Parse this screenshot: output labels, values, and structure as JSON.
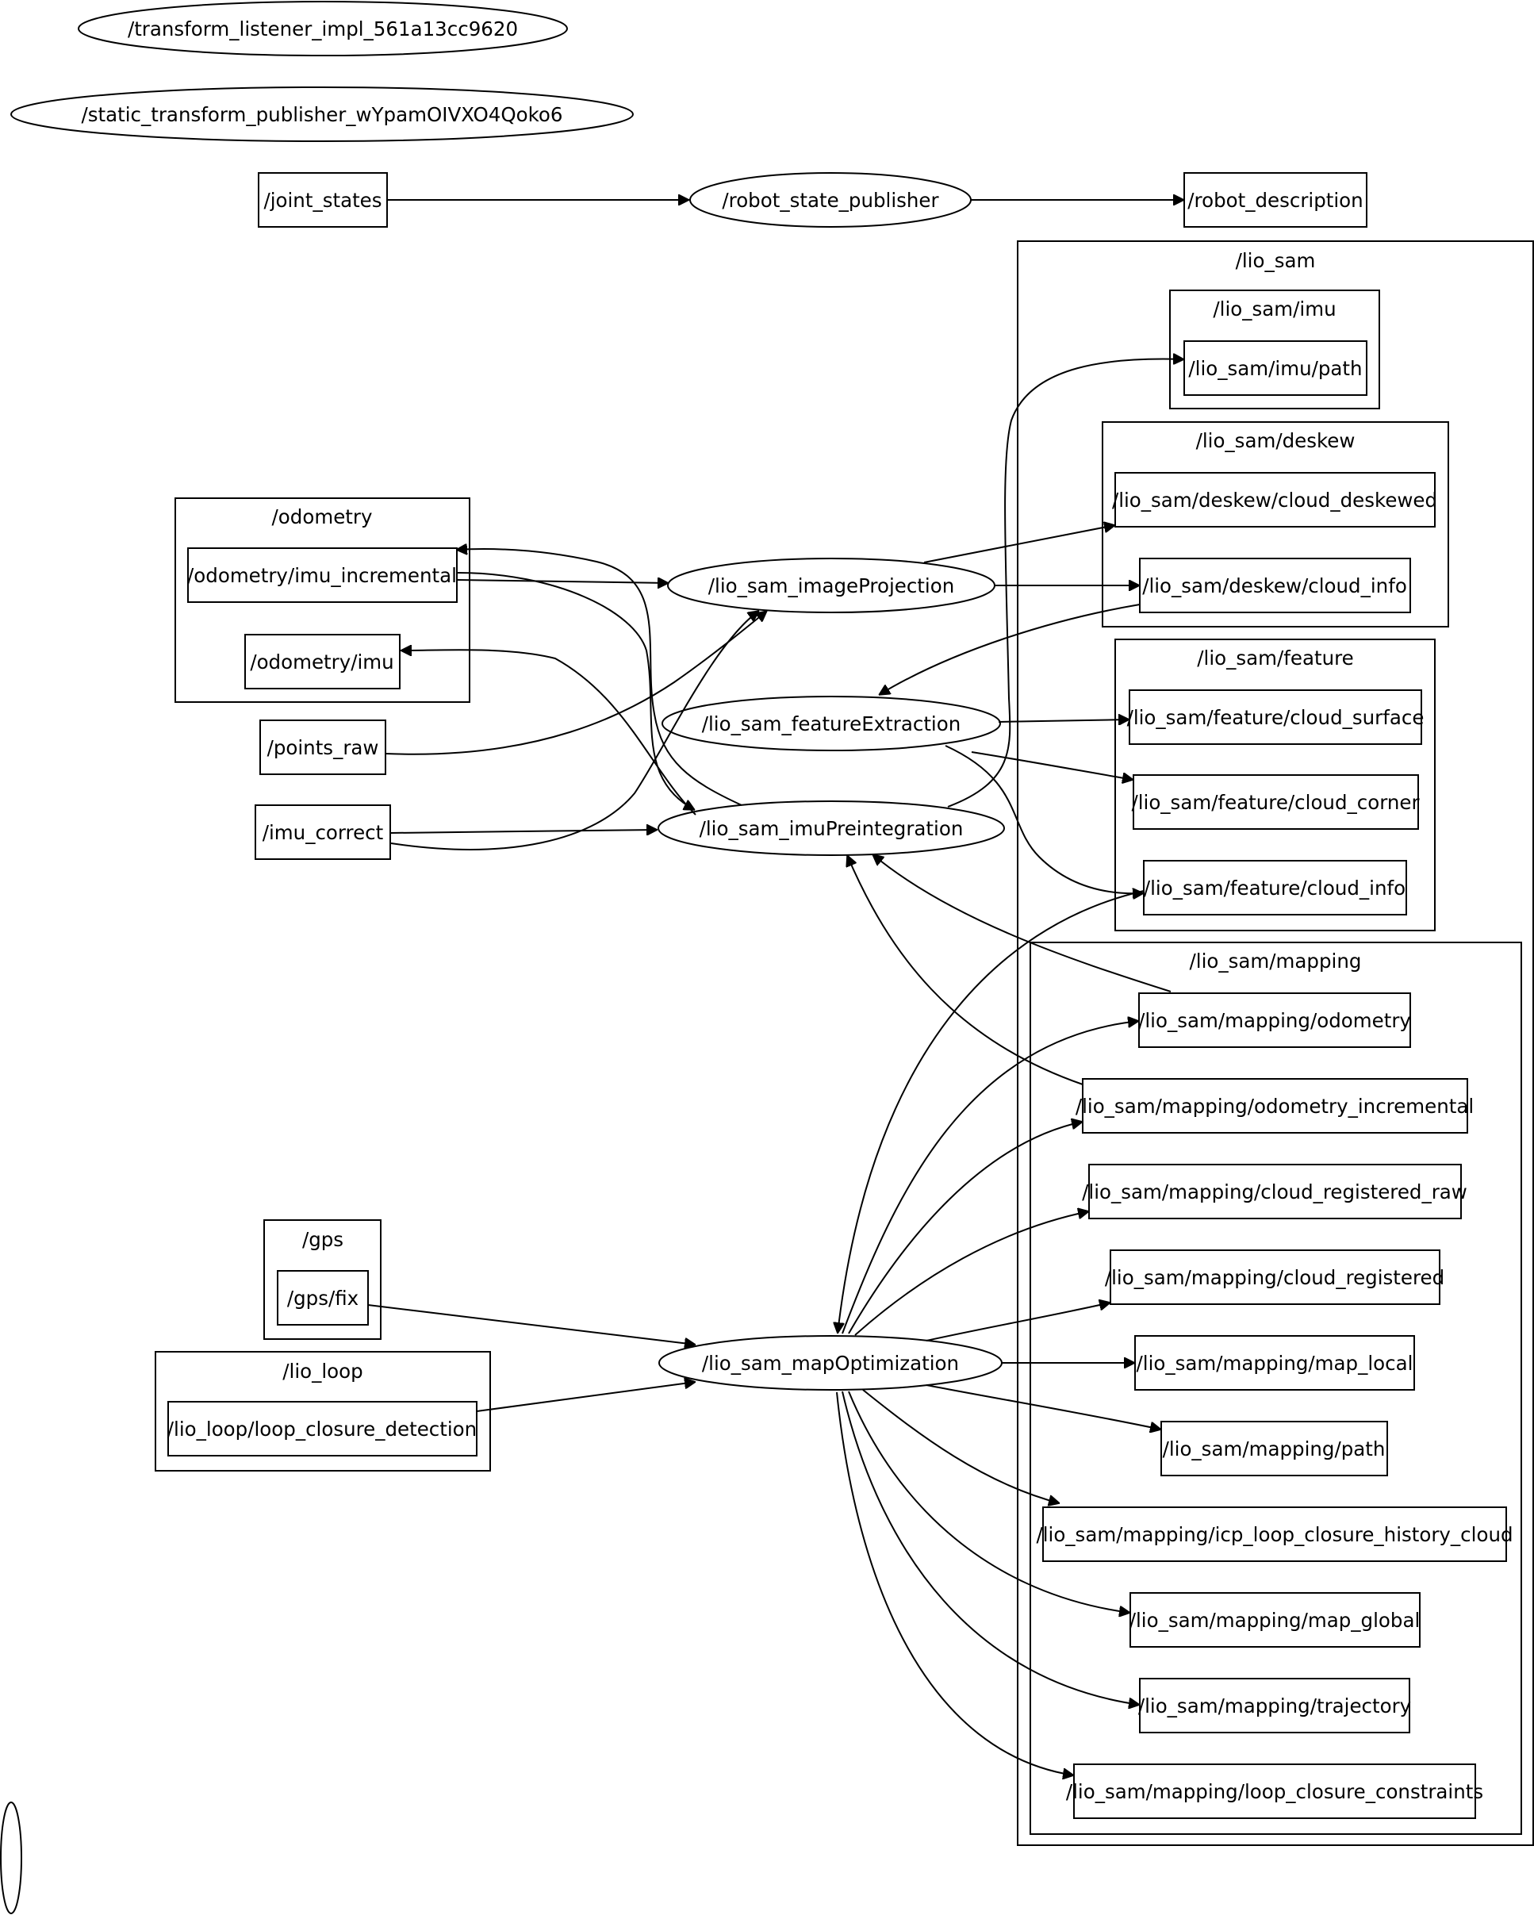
{
  "clusters": {
    "lio_sam": "/lio_sam",
    "lio_sam_imu": "/lio_sam/imu",
    "lio_sam_deskew": "/lio_sam/deskew",
    "lio_sam_feature": "/lio_sam/feature",
    "lio_sam_mapping": "/lio_sam/mapping",
    "odometry": "/odometry",
    "gps": "/gps",
    "lio_loop": "/lio_loop"
  },
  "nodes": {
    "transform_listener": "/transform_listener_impl_561a13cc9620",
    "static_tf_pub": "/static_transform_publisher_wYpamOIVXO4Qoko6",
    "robot_state_publisher": "/robot_state_publisher",
    "image_projection": "/lio_sam_imageProjection",
    "feature_extraction": "/lio_sam_featureExtraction",
    "imu_preintegration": "/lio_sam_imuPreintegration",
    "map_optimization": "/lio_sam_mapOptimization",
    "empty_node": ""
  },
  "topics": {
    "joint_states": "/joint_states",
    "robot_description": "/robot_description",
    "imu_path": "/lio_sam/imu/path",
    "deskew_cloud_deskewed": "/lio_sam/deskew/cloud_deskewed",
    "deskew_cloud_info": "/lio_sam/deskew/cloud_info",
    "feature_cloud_surface": "/lio_sam/feature/cloud_surface",
    "feature_cloud_corner": "/lio_sam/feature/cloud_corner",
    "feature_cloud_info": "/lio_sam/feature/cloud_info",
    "mapping_odometry": "/lio_sam/mapping/odometry",
    "mapping_odometry_incremental": "/lio_sam/mapping/odometry_incremental",
    "mapping_cloud_registered_raw": "/lio_sam/mapping/cloud_registered_raw",
    "mapping_cloud_registered": "/lio_sam/mapping/cloud_registered",
    "mapping_map_local": "/lio_sam/mapping/map_local",
    "mapping_path": "/lio_sam/mapping/path",
    "mapping_icp_history": "/lio_sam/mapping/icp_loop_closure_history_cloud",
    "mapping_map_global": "/lio_sam/mapping/map_global",
    "mapping_trajectory": "/lio_sam/mapping/trajectory",
    "mapping_loop_constraints": "/lio_sam/mapping/loop_closure_constraints",
    "odometry_imu_incremental": "/odometry/imu_incremental",
    "odometry_imu": "/odometry/imu",
    "points_raw": "/points_raw",
    "imu_correct": "/imu_correct",
    "gps_fix": "/gps/fix",
    "loop_closure_detection": "/lio_loop/loop_closure_detection"
  }
}
